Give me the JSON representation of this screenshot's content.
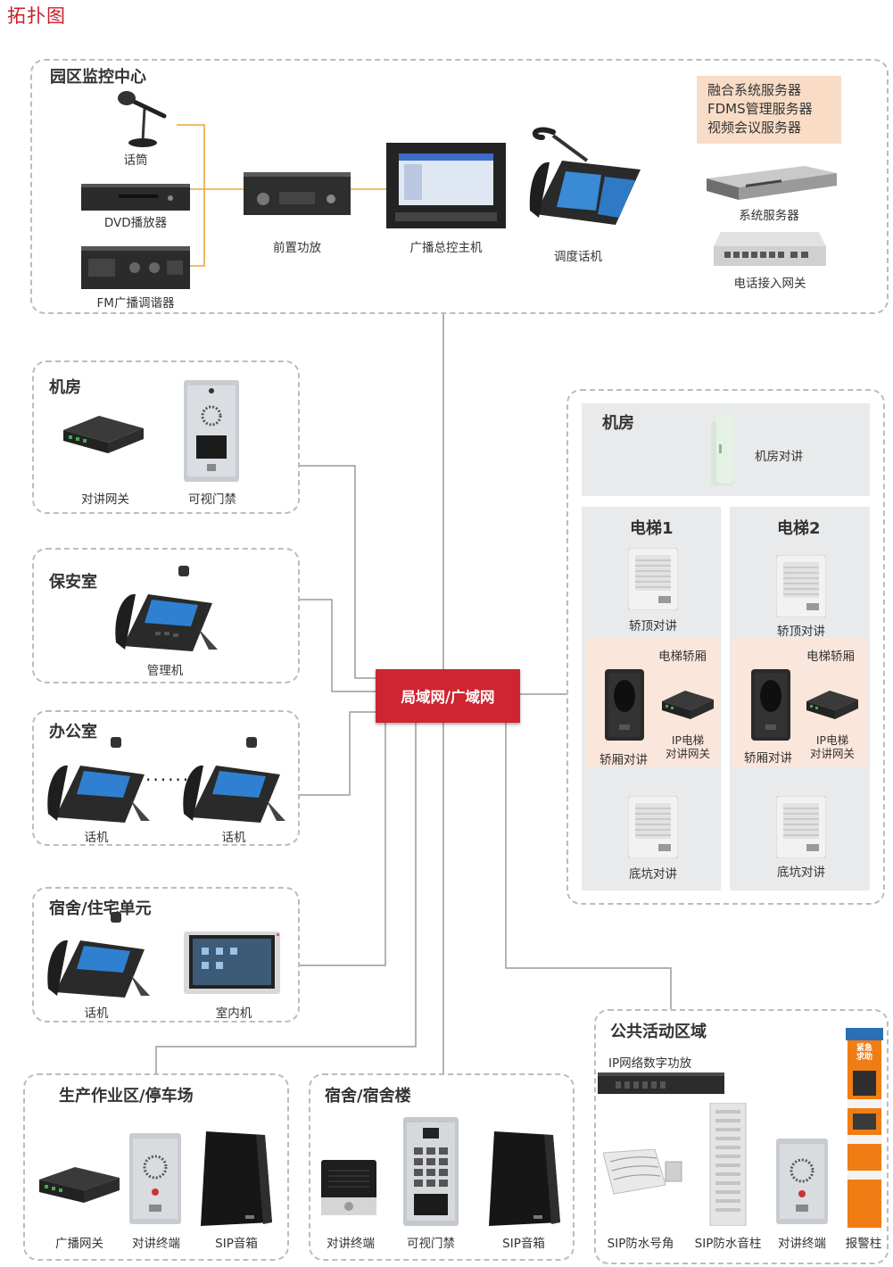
{
  "page_title": "拓扑图",
  "hub_label": "局域网/广域网",
  "colors": {
    "hub": "#cf2530",
    "accent_title": "#c8202b",
    "audio_link": "#f0a33a",
    "net_link": "#9a9a9a",
    "server_box": "#f9dcc6"
  },
  "monitor_center": {
    "title": "园区监控中心",
    "mic": "话筒",
    "dvd": "DVD播放器",
    "fm": "FM广播调谐器",
    "preamp": "前置功放",
    "host": "广播总控主机",
    "dispatch": "调度话机",
    "servers_box": [
      "融合系统服务器",
      "FDMS管理服务器",
      "视频会议服务器"
    ],
    "sys_server": "系统服务器",
    "tel_gateway": "电话接入网关"
  },
  "machine_room_left": {
    "title": "机房",
    "gateway": "对讲网关",
    "door": "可视门禁"
  },
  "security_room": {
    "title": "保安室",
    "manager": "管理机"
  },
  "office": {
    "title": "办公室",
    "phone1": "话机",
    "ellipsis": "······",
    "phone2": "话机"
  },
  "dorm_unit": {
    "title": "宿舍/住宅单元",
    "phone": "话机",
    "indoor": "室内机"
  },
  "elevator_zone": {
    "room_title": "机房",
    "room_intercom": "机房对讲",
    "e1": {
      "title": "电梯1",
      "top": "轿顶对讲",
      "car_title": "电梯轿厢",
      "car": "轿厢对讲",
      "gw1": "IP电梯",
      "gw2": "对讲网关",
      "pit": "底坑对讲"
    },
    "e2": {
      "title": "电梯2",
      "top": "轿顶对讲",
      "car_title": "电梯轿厢",
      "car": "轿厢对讲",
      "gw1": "IP电梯",
      "gw2": "对讲网关",
      "pit": "底坑对讲"
    }
  },
  "production": {
    "title": "生产作业区/停车场",
    "gateway": "广播网关",
    "terminal": "对讲终端",
    "speaker": "SIP音箱"
  },
  "dorm_building": {
    "title": "宿舍/宿舍楼",
    "terminal": "对讲终端",
    "door": "可视门禁",
    "speaker": "SIP音箱"
  },
  "public": {
    "title": "公共活动区域",
    "amp": "IP网络数字功放",
    "horn": "SIP防水号角",
    "column": "SIP防水音柱",
    "terminal": "对讲终端",
    "pillar": "报警柱",
    "pillar_text": [
      "紧",
      "急",
      "求",
      "助"
    ]
  }
}
